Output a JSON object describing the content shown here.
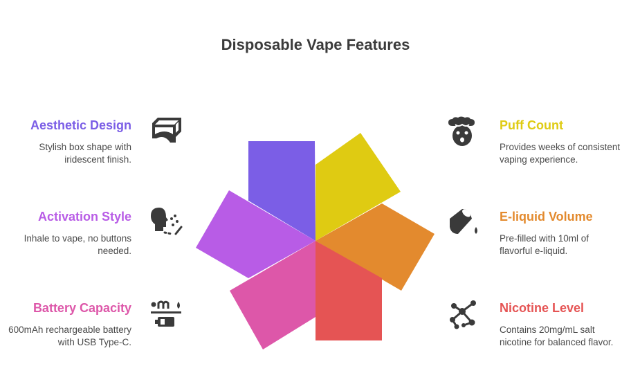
{
  "title": "Disposable Vape Features",
  "colors": {
    "aesthetic": "#7b5ee6",
    "puff": "#dfcb12",
    "eliquid": "#e38a2e",
    "nicotine": "#e55454",
    "battery": "#dd57a9",
    "activation": "#b85ce6",
    "icon": "#3a3a3a"
  },
  "features": [
    {
      "id": "aesthetic",
      "title": "Aesthetic Design",
      "description": "Stylish box shape with iridescent finish.",
      "icon": "box-icon"
    },
    {
      "id": "activation",
      "title": "Activation Style",
      "description": "Inhale to vape, no buttons needed.",
      "icon": "inhale-head-icon"
    },
    {
      "id": "battery",
      "title": "Battery Capacity",
      "description": "600mAh rechargeable battery with USB Type-C.",
      "icon": "battery-icon"
    },
    {
      "id": "puff",
      "title": "Puff Count",
      "description": "Provides weeks of consistent vaping experience.",
      "icon": "smoke-face-icon"
    },
    {
      "id": "eliquid",
      "title": "E-liquid Volume",
      "description": "Pre-filled with 10ml of flavorful e-liquid.",
      "icon": "liquid-cup-icon"
    },
    {
      "id": "nicotine",
      "title": "Nicotine Level",
      "description": "Contains 20mg/mL salt nicotine for balanced flavor.",
      "icon": "molecule-icon"
    }
  ]
}
